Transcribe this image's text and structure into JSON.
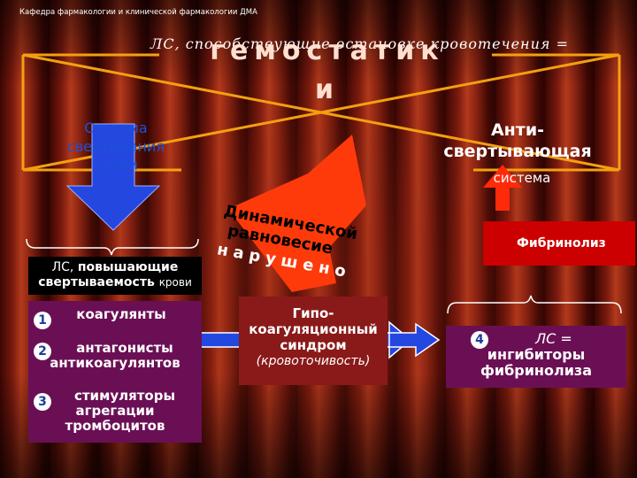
{
  "header": {
    "department": "Кафедра фармакологии и клинической фармакологии ДМА"
  },
  "title": {
    "back_text": "ЛС, способствующие остановке кровотечения  =",
    "front_text": "гемостатик",
    "front_suffix": "и"
  },
  "left_system": {
    "label_lines": [
      "Система",
      "свертывания",
      "крови"
    ]
  },
  "right_system": {
    "label_lines": [
      "Анти-",
      "свертывающая"
    ],
    "sub_label": "система"
  },
  "balance": {
    "line1": "Динамической",
    "line2": "равновесие",
    "line3": "нарушено"
  },
  "increase_box": {
    "line1_part1": "ЛС, ",
    "line1_part2": "повышающие",
    "line2_part1": "свертываемость ",
    "line2_part2": "крови"
  },
  "agents": [
    {
      "number": "1",
      "lines": [
        "коагулянты"
      ]
    },
    {
      "number": "2",
      "lines": [
        "антагонисты",
        "антикоагулянтов"
      ]
    },
    {
      "number": "3",
      "lines": [
        "стимуляторы",
        "агрегации",
        "тромбоцитов"
      ]
    }
  ],
  "hypo_box": {
    "lines": [
      "Гипо-",
      "коагуляционный",
      "синдром"
    ],
    "italic": "(кровоточивость)"
  },
  "fibrinolysis": {
    "label": "Фибринолиз"
  },
  "inhibitors": {
    "number": "4",
    "line1": "ЛС =",
    "line2": "ингибиторы",
    "line3": "фибринолиза"
  },
  "colors": {
    "blue": "#2447e0",
    "red_arrow": "#ff3a0a",
    "magenta_box": "#6b0f55",
    "dark_red_box": "#8a1a1a",
    "fibrinolysis_red": "#cc0000",
    "cross_lines": "#f3a010"
  }
}
